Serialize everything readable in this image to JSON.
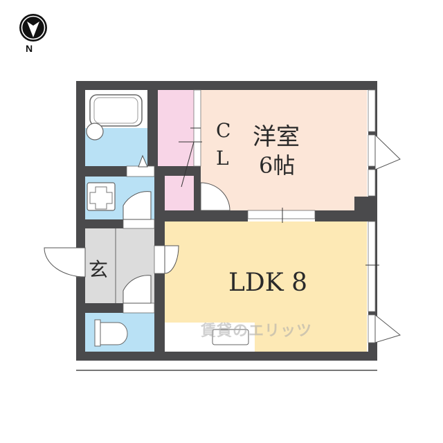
{
  "compass": {
    "icon": "north-arrow-icon",
    "label": "N"
  },
  "rooms": {
    "western_room": {
      "name": "洋室",
      "size": "6帖",
      "color": "#fce6d8"
    },
    "closet": {
      "label_line1": "C",
      "label_line2": "L",
      "color": "#f8d5e7"
    },
    "ldk": {
      "name": "LDK 8",
      "color": "#fde9b5"
    },
    "entrance": {
      "name": "玄",
      "color": "#dcdcdc"
    },
    "bathroom": {
      "color": "#b9e1f5"
    },
    "washroom": {
      "color": "#b9e1f5"
    },
    "toilet": {
      "color": "#b9e1f5"
    }
  },
  "watermark": {
    "text": "賃貸のエリッツ"
  },
  "colors": {
    "wall": "#4a4a4c",
    "line": "#555555"
  }
}
